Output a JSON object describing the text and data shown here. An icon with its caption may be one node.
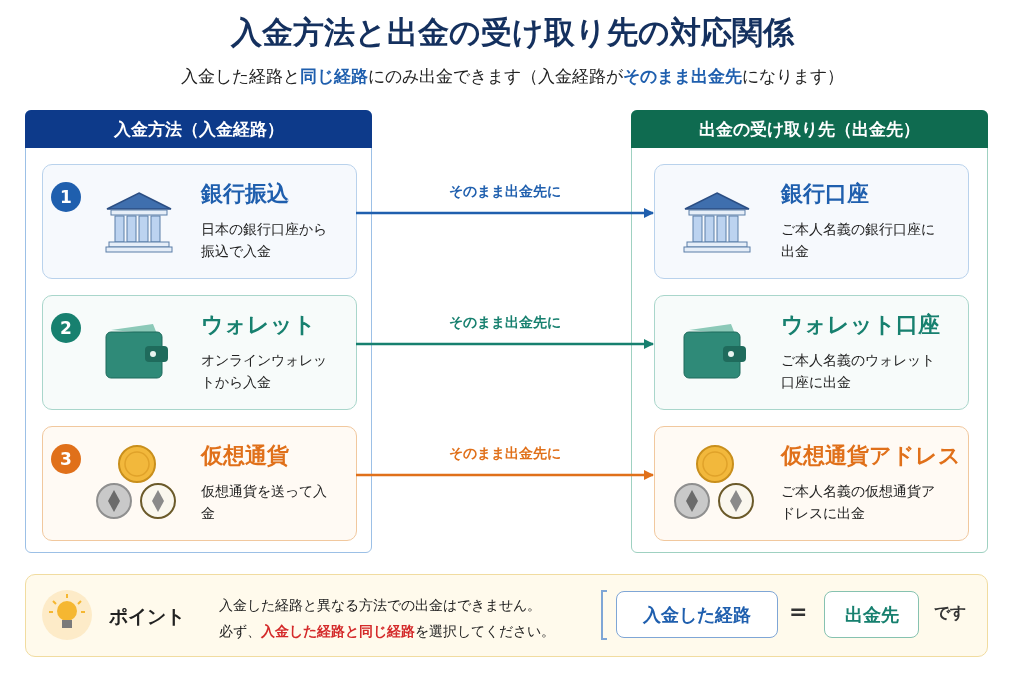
{
  "diagram": {
    "title": "入金方法と出金の受け取り先の対応関係",
    "nodes": [
      {
        "text": [
          "入金方法（入金経路）"
        ]
      },
      {
        "text": [
          "1",
          "銀行振込",
          "日本の銀行口座から振込で入金"
        ],
        "in": 0
      },
      {
        "text": [
          "2",
          "ウォレット",
          "オンラインウォレットから入金"
        ],
        "in": 0
      },
      {
        "text": [
          "3",
          "仮想通貨",
          "仮想通貨を送って入金"
        ],
        "in": 0
      },
      {
        "text": [
          "出金の受け取り先（出金先）"
        ]
      },
      {
        "text": [
          "銀行口座",
          "ご本人名義の銀行口座に出金"
        ],
        "in": 4
      },
      {
        "text": [
          "ウォレット口座",
          "ご本人名義のウォレット口座に出金"
        ],
        "in": 4
      },
      {
        "text": [
          "仮想通貨アドレス",
          "ご本人名義の仮想通貨アドレスに出金"
        ],
        "in": 4
      },
      {
        "text": [
          "ポイント",
          "入金した経路と異なる方法での出金はできません。",
          "必ず、**入金した経路と同じ経路**を選択してください。"
        ]
      },
      {
        "text": [
          "入金した経路"
        ],
        "in": 8
      },
      {
        "text": [
          "出金先"
        ],
        "in": 8
      }
    ],
    "edges": [
      {
        "from": 1,
        "to": 5,
        "arrow": "to",
        "label": "そのまま出金先に",
        "color": "#1f5fae"
      },
      {
        "from": 2,
        "to": 6,
        "arrow": "to",
        "label": "そのまま出金先に",
        "color": "#17806f"
      },
      {
        "from": 3,
        "to": 7,
        "arrow": "to",
        "label": "そのまま出金先に",
        "color": "#e0701a"
      }
    ],
    "labels": [
      "入金した経路と**同じ経路**にのみ出金できます（入金経路が**そのまま出金先**になります）",
      "=",
      "です"
    ]
  }
}
